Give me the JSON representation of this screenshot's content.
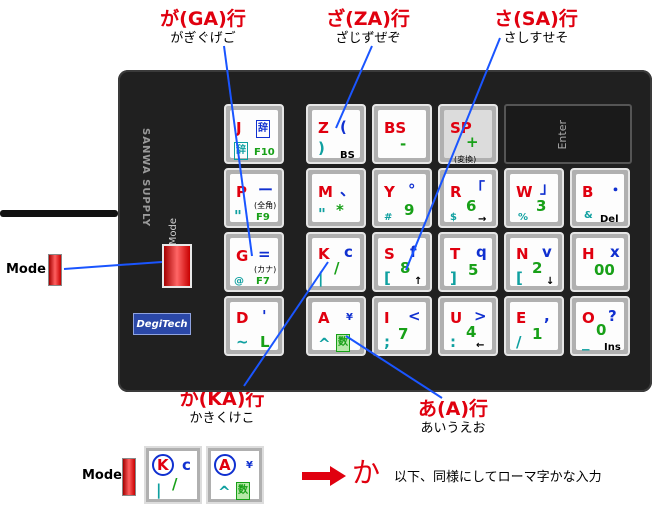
{
  "callouts": {
    "ga": {
      "title": "が(GA)行",
      "kana": "がぎぐげご"
    },
    "za": {
      "title": "ざ(ZA)行",
      "kana": "ざじずぜぞ"
    },
    "sa": {
      "title": "さ(SA)行",
      "kana": "さしすせそ"
    },
    "ka": {
      "title": "か(KA)行",
      "kana": "かきくけこ"
    },
    "a": {
      "title": "あ(A)行",
      "kana": "あいうえお"
    }
  },
  "device": {
    "brand": "SANWA SUPPLY",
    "logo": "DegiTech",
    "mode_label": "Mode",
    "enter_label": "Enter"
  },
  "keys": {
    "J": {
      "main": "J",
      "sym": "辞",
      "sym2": "辞",
      "fn": "F10"
    },
    "Z": {
      "main": "Z",
      "sym": "(",
      "sym2": ")",
      "sub": "BS"
    },
    "BS": {
      "main": "BS",
      "sym": "-"
    },
    "SP": {
      "main": "SP",
      "sym": "+",
      "sub": "(変換)"
    },
    "P": {
      "main": "P",
      "sym": "ー",
      "sub": "(全角)",
      "sym2": "\"",
      "fn": "F9"
    },
    "M": {
      "main": "M",
      "sym": "、",
      "sym2": "\"",
      "sym3": "*"
    },
    "Y": {
      "main": "Y",
      "sym": "°",
      "sym2": "#",
      "num": "9"
    },
    "R": {
      "main": "R",
      "sym": "「",
      "sym2": "$",
      "num": "6",
      "arrow": "→"
    },
    "W": {
      "main": "W",
      "sym": "」",
      "sym2": "%",
      "num": "3"
    },
    "B": {
      "main": "B",
      "sym": "・",
      "sym2": "&",
      "sub": "Del"
    },
    "G": {
      "main": "G",
      "sym": "=",
      "sub": "(カナ)",
      "sym2": "@",
      "fn": "F7"
    },
    "K": {
      "main": "K",
      "sym": "c",
      "sym2": "/",
      "sym3": "|"
    },
    "S": {
      "main": "S",
      "sym": "f",
      "sym2": "[",
      "num": "8",
      "arrow": "↑"
    },
    "T": {
      "main": "T",
      "sym": "q",
      "sym2": "]",
      "num": "5"
    },
    "N": {
      "main": "N",
      "sym": "v",
      "sym2": "[",
      "num": "2",
      "arrow": "↓"
    },
    "H": {
      "main": "H",
      "sym": "x",
      "num": "00"
    },
    "D": {
      "main": "D",
      "sym": "'",
      "sym2": "~",
      "sym3": "L"
    },
    "A": {
      "main": "A",
      "sym": "¥",
      "sym2": "^",
      "sym3": "数"
    },
    "I": {
      "main": "I",
      "sym": "<",
      "sym2": ";",
      "num": "7"
    },
    "U": {
      "main": "U",
      "sym": ">",
      "sym2": ":",
      "num": "4",
      "arrow": "←"
    },
    "E": {
      "main": "E",
      "sym": ",",
      "sym2": "/",
      "num": "1"
    },
    "O": {
      "main": "O",
      "sym": "?",
      "sym2": "_",
      "num": "0",
      "sub": "Ins"
    }
  },
  "bottom": {
    "mode_label": "Mode",
    "key1": {
      "main": "K",
      "sym": "c",
      "sym2": "|",
      "sym3": "/"
    },
    "key2": {
      "main": "A",
      "sym": "¥",
      "sym2": "^",
      "sym3": "数"
    },
    "result_char": "か",
    "caption": "以下、同様にしてローマ字かな入力"
  },
  "colors": {
    "accent_red": "#e0000f",
    "blue": "#1030d0",
    "green": "#18a018"
  }
}
